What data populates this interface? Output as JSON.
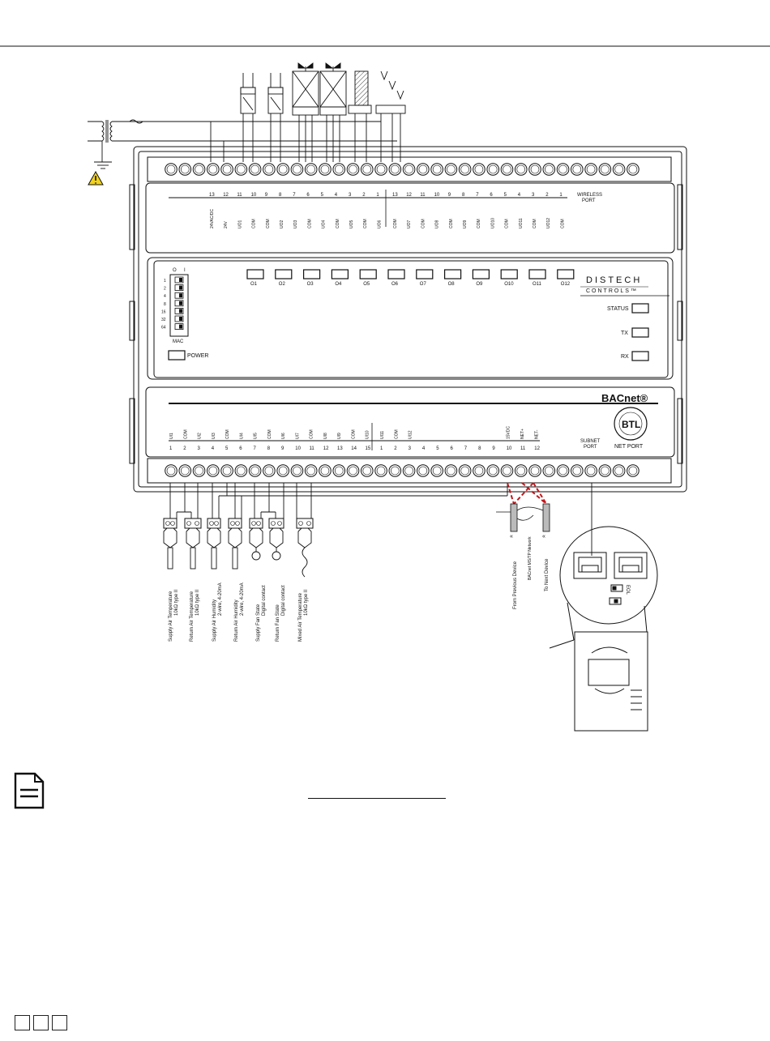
{
  "wireless_port_label": [
    "WIRELESS",
    "PORT"
  ],
  "top_terminals_left": {
    "numbers": [
      "13",
      "12",
      "11",
      "10",
      "9",
      "8",
      "7",
      "6",
      "5",
      "4",
      "3",
      "2",
      "1"
    ],
    "labels": [
      "24VAC/DC",
      "24V",
      "UO1",
      "COM",
      "COM",
      "UO2",
      "UO3",
      "COM",
      "UO4",
      "COM",
      "UO5",
      "COM",
      "UO6"
    ]
  },
  "top_terminals_right": {
    "numbers": [
      "13",
      "12",
      "11",
      "10",
      "9",
      "8",
      "7",
      "6",
      "5",
      "4",
      "3",
      "2",
      "1"
    ],
    "labels": [
      "COM",
      "UO7",
      "COM",
      "UO8",
      "COM",
      "UO9",
      "COM",
      "UO10",
      "COM",
      "UO11",
      "COM",
      "UO12",
      "COM"
    ]
  },
  "output_leds": [
    "O1",
    "O2",
    "O3",
    "O4",
    "O5",
    "O6",
    "O7",
    "O8",
    "O9",
    "O10",
    "O11",
    "O12"
  ],
  "brand": {
    "line1": "DISTECH",
    "line2": "CONTROLS™"
  },
  "status_leds": [
    "STATUS",
    "TX",
    "RX"
  ],
  "mac": {
    "header": [
      "O",
      "I"
    ],
    "switch_values": [
      "1",
      "2",
      "4",
      "8",
      "16",
      "32",
      "64"
    ],
    "label": "MAC"
  },
  "power_label": "POWER",
  "bacnet_label": "BACnet®",
  "btl_label": "BTL",
  "bottom_terminals_left": {
    "numbers": [
      "1",
      "2",
      "3",
      "4",
      "5",
      "6",
      "7",
      "8",
      "9",
      "10",
      "11",
      "12",
      "13",
      "14",
      "15"
    ],
    "labels": [
      "UI1",
      "COM",
      "UI2",
      "UI3",
      "COM",
      "UI4",
      "UI5",
      "COM",
      "UI6",
      "UI7",
      "COM",
      "UI8",
      "UI9",
      "COM",
      "UI10"
    ]
  },
  "bottom_terminals_right": {
    "numbers": [
      "1",
      "2",
      "3",
      "4",
      "5",
      "6",
      "7",
      "8",
      "9",
      "10",
      "11",
      "12"
    ],
    "labels": [
      "UI11",
      "COM",
      "UI12",
      "",
      "",
      "",
      "",
      "",
      "",
      "15VDC",
      "NET+",
      "NET-"
    ]
  },
  "subnet_port_label": [
    "SUBNET",
    "PORT"
  ],
  "net_port_label": "NET PORT",
  "sensor_captions": [
    [
      "Supply Air Temperature",
      "10kΩ type II"
    ],
    [
      "Return Air Temperature",
      "10kΩ type II"
    ],
    [
      "Supply Air Humidity",
      "2-wire, 4-20mA"
    ],
    [
      "Return Air Humidity",
      "2-wire, 4-20mA"
    ],
    [
      "Supply Fan State",
      "Digital contact"
    ],
    [
      "Return Fan State",
      "Digital contact"
    ],
    [
      "Mixed Air Temperature",
      "10kΩ type II"
    ]
  ],
  "network_captions": {
    "from": "From Previous Device",
    "network": "BACnet MS/TP Network",
    "to": "To Next Device"
  },
  "eol_label": "EOL",
  "colors": {
    "line": "#111111",
    "warning": "#f2d21b",
    "network_wire": "#c0181d"
  }
}
